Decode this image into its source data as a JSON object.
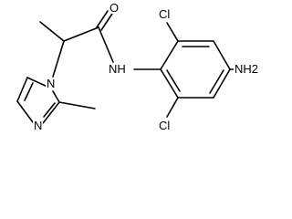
{
  "molecule": {
    "atoms": {
      "carbonyl_oxygen": "O",
      "amide_nitrogen": "NH",
      "imidazole_nitrogen": "N",
      "imidazole_ring_nitrogen": "N",
      "chlorine_top": "Cl",
      "chlorine_bottom": "Cl",
      "amine_group": "NH2"
    }
  }
}
